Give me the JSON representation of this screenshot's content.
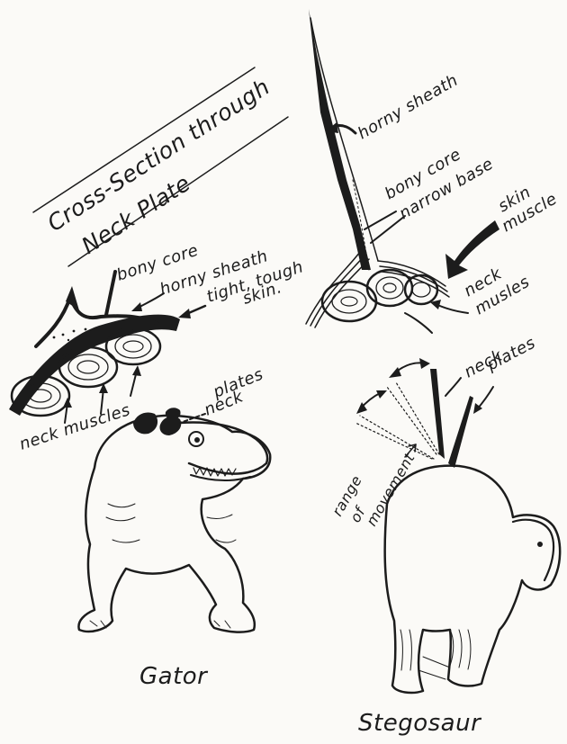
{
  "title": {
    "line1": "Cross-Section through",
    "line2": "Neck Plate"
  },
  "left_section": {
    "labels": {
      "bony_core": "bony core",
      "horny_sheath": "horny sheath",
      "tight_tough": "tight, tough",
      "skin": "skin.",
      "neck_muscles": "neck muscles"
    }
  },
  "right_section": {
    "labels": {
      "horny_sheath": "horny sheath",
      "bony_core": "bony core",
      "narrow_base": "narrow base",
      "skin": "skin",
      "muscle": "muscle",
      "neck": "neck",
      "musles": "musles"
    }
  },
  "gator": {
    "neck": "neck",
    "plates": "plates",
    "caption": "Gator"
  },
  "stegosaur": {
    "neck": "neck",
    "plates": "plates",
    "range_of_movement": [
      "range",
      "of",
      "movement"
    ],
    "caption": "Stegosaur"
  }
}
